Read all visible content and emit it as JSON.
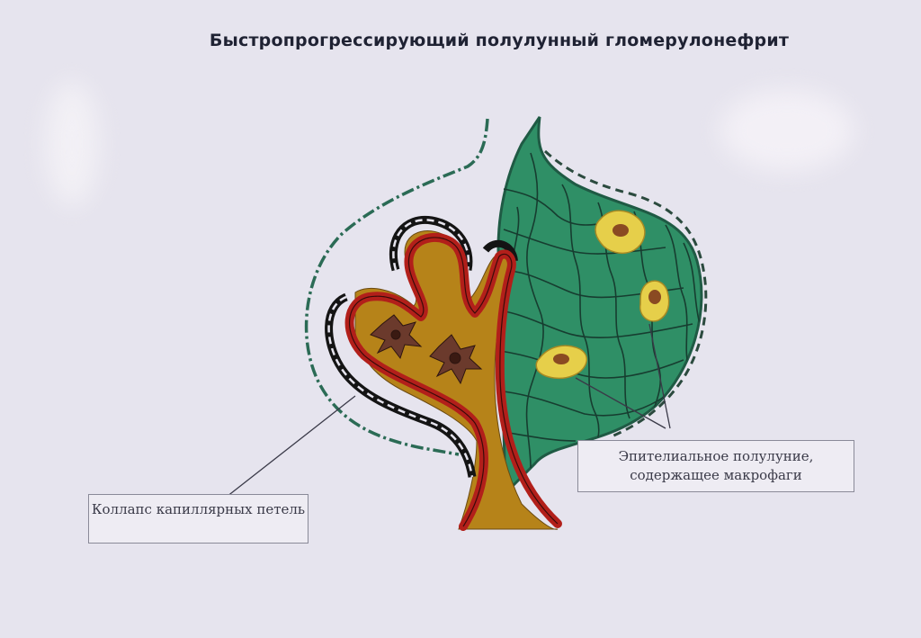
{
  "title": "Быстропрогрессирующий полулунный гломерулонефрит",
  "labels": {
    "capillary_collapse": "Коллапс капиллярных петель",
    "epithelial_crescent": "Эпителиальное полулуние, содержащее макрофаги"
  },
  "colors": {
    "background": "#e6e4ee",
    "crescent_green": "#2f8f66",
    "capsule_line": "#2b6b55",
    "capillary_red": "#b21f1a",
    "mesangium_ochre": "#b68319",
    "macrophage_yellow": "#e6cf4a",
    "cell_brown": "#6b3a2c"
  }
}
